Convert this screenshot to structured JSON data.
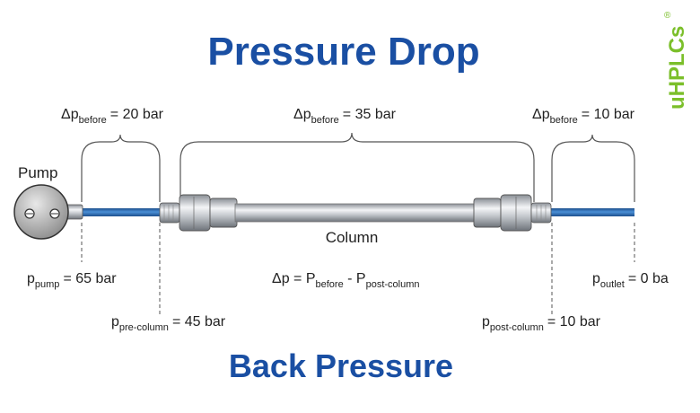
{
  "title": "Pressure Drop",
  "subtitle": "Back Pressure",
  "brand": {
    "logo": "uHPLCs",
    "mark": "®"
  },
  "pump_label": "Pump",
  "column_label": "Column",
  "drops": [
    {
      "symbol": "Δp",
      "sub": "before",
      "value": "= 20 bar"
    },
    {
      "symbol": "Δp",
      "sub": "before",
      "value": "= 35 bar"
    },
    {
      "symbol": "Δp",
      "sub": "before",
      "value": "= 10 bar"
    }
  ],
  "pressures": {
    "pump": {
      "symbol": "p",
      "sub": "pump",
      "value": "= 65 bar"
    },
    "pre_column": {
      "symbol": "p",
      "sub": "pre-column",
      "value": "= 45 bar"
    },
    "post_column": {
      "symbol": "p",
      "sub": "post-column",
      "value": "= 10 bar"
    },
    "outlet": {
      "symbol": "p",
      "sub": "outlet",
      "value": "= 0 ba"
    }
  },
  "formula": {
    "lhs": "Δp = P",
    "sub1": "before",
    "mid": " - P",
    "sub2": "post-column"
  },
  "colors": {
    "title": "#1a4fa3",
    "tube": "#2f6fb5",
    "brand": "#7bbf2a"
  }
}
